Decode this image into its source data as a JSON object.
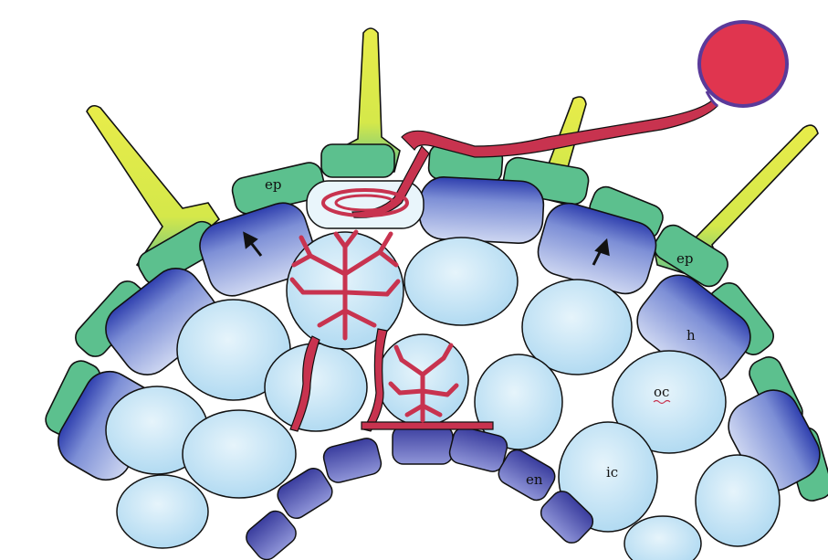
{
  "labels": {
    "ep_left": "ep",
    "ep_right": "ep",
    "h": "h",
    "oc": "oc",
    "ic": "ic",
    "en": "en"
  },
  "colors": {
    "background": "#ffffff",
    "epidermis": "#5cc08e",
    "root_hair_tip": "#e8ec4a",
    "hypodermis": "#3c4fc0",
    "hypodermis_fill": "#aebbe8",
    "outer_cortex": "#b8dff4",
    "inner_cortex": "#c6e6f7",
    "endodermis": "#6a6ec4",
    "fungus": "#c8334f",
    "spore": "#e0354f",
    "spore_wall": "#5a3a9a",
    "outline": "#111111"
  }
}
